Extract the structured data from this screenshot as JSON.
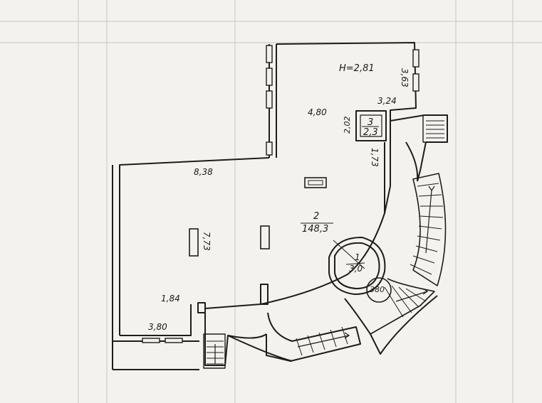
{
  "plan": {
    "ceiling_height": "H=2,81",
    "rooms": [
      {
        "number": "1",
        "area": "3,0"
      },
      {
        "number": "2",
        "area": "148,3"
      },
      {
        "number": "3",
        "area": "2,3"
      }
    ],
    "dimensions": {
      "north_wall_right": "3,63",
      "north_step": "3,24",
      "north_room_width": "4,80",
      "closet_side": "2,02",
      "corridor_width": "1,73",
      "hall_length": "8,38",
      "west_wall": "7,73",
      "south_offset": "1,84",
      "south_wall": "3,80"
    },
    "circle_mark": "380"
  }
}
